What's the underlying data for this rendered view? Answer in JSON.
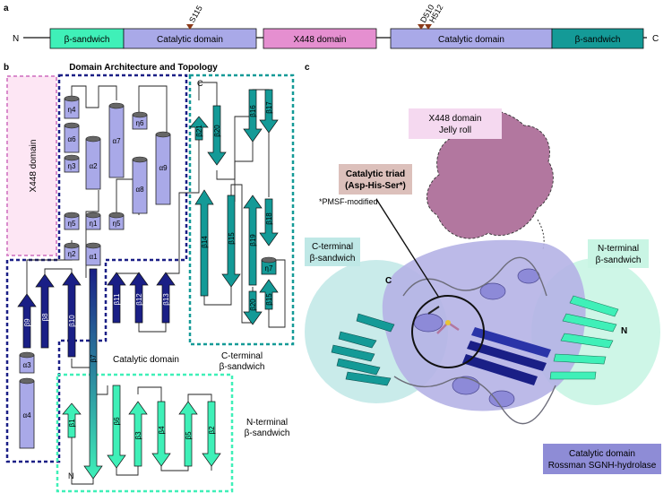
{
  "panel_a": {
    "label": "a",
    "n_term": "N",
    "c_term": "C",
    "domains": [
      "β-sandwich",
      "Catalytic domain",
      "X448 domain",
      "Catalytic domain",
      "β-sandwich"
    ],
    "markers": [
      "S115",
      "D510",
      "H512"
    ]
  },
  "panel_b": {
    "label": "b",
    "title": "Domain Architecture and Topology",
    "x448_label": "X448 domain",
    "catalytic_label": "Catalytic domain",
    "c_term_label_1": "C-terminal",
    "c_term_label_2": "β-sandwich",
    "n_term_label_1": "N-terminal",
    "n_term_label_2": "β-sandwich",
    "n_end": "N",
    "c_end": "C",
    "helices": [
      "η4",
      "α6",
      "η3",
      "α2",
      "α7",
      "η6",
      "α9",
      "α8",
      "η5",
      "η1",
      "η5",
      "η2",
      "α1",
      "α3",
      "α4",
      "η7"
    ],
    "strands": [
      "β9",
      "β8",
      "β10",
      "β7",
      "β11",
      "β12",
      "β13",
      "β1",
      "β6",
      "β3",
      "β4",
      "β5",
      "β2",
      "β21",
      "β20",
      "β16",
      "β17",
      "β14",
      "β15",
      "β19",
      "β18",
      "β20",
      "β15"
    ]
  },
  "panel_c": {
    "label": "c",
    "x448_1": "X448 domain",
    "x448_2": "Jelly roll",
    "triad_1": "Catalytic triad",
    "triad_2": "(Asp-His-Ser*)",
    "pmsf": "*PMSF-modified",
    "c_term_1": "C-terminal",
    "c_term_2": "β-sandwich",
    "n_term_1": "N-terminal",
    "n_term_2": "β-sandwich",
    "cat_1": "Catalytic domain",
    "cat_2": "Rossman SGNH-hydrolase",
    "c_end": "C",
    "n_end": "N"
  },
  "colors": {
    "bsandwich": "#3ec9a8",
    "catalytic": "#a9a9e8",
    "x448": "#e58fd0",
    "navy": "#1a1f86",
    "teal": "#149a97",
    "mint": "#3ff0b8",
    "marker": "#8b3a1a"
  }
}
